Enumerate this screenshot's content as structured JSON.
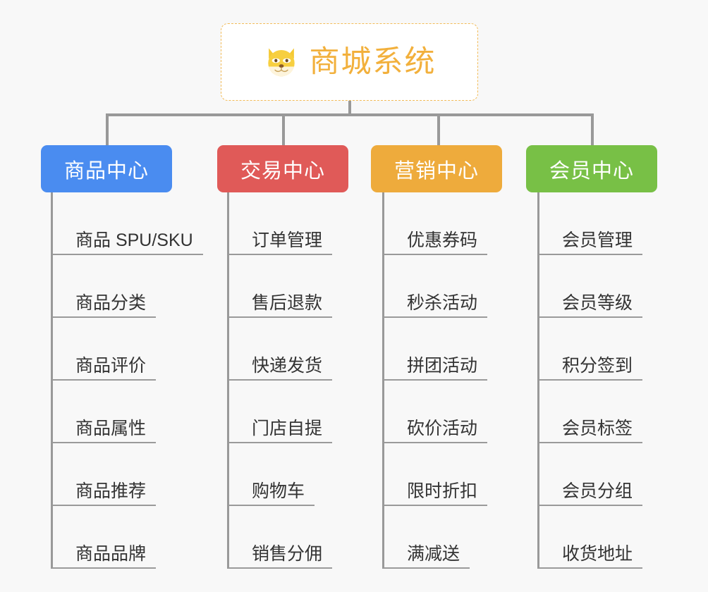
{
  "diagram": {
    "title": "商城系统",
    "root_icon": "dog-face-icon",
    "background_color": "#f8f8f8",
    "connector_color": "#999999",
    "root": {
      "label": "商城系统",
      "text_color": "#f2b03c",
      "border_color": "#f2bb58",
      "background_color": "#ffffff"
    },
    "branches": [
      {
        "label": "商品中心",
        "color": "#4a8cf0",
        "items": [
          "商品 SPU/SKU",
          "商品分类",
          "商品评价",
          "商品属性",
          "商品推荐",
          "商品品牌"
        ]
      },
      {
        "label": "交易中心",
        "color": "#e05a58",
        "items": [
          "订单管理",
          "售后退款",
          "快递发货",
          "门店自提",
          "购物车",
          "销售分佣"
        ]
      },
      {
        "label": "营销中心",
        "color": "#eeab3c",
        "items": [
          "优惠券码",
          "秒杀活动",
          "拼团活动",
          "砍价活动",
          "限时折扣",
          "满减送"
        ]
      },
      {
        "label": "会员中心",
        "color": "#78c046",
        "items": [
          "会员管理",
          "会员等级",
          "积分签到",
          "会员标签",
          "会员分组",
          "收货地址"
        ]
      }
    ]
  }
}
